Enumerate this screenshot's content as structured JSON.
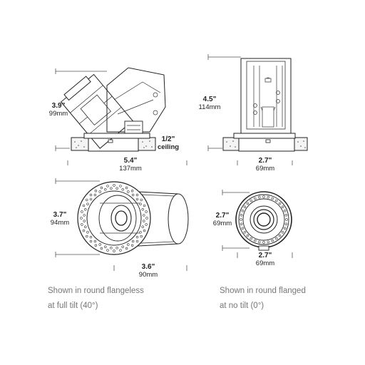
{
  "dimensions": {
    "side_height": {
      "imperial": "3.9\"",
      "metric": "99mm"
    },
    "side_length": {
      "imperial": "5.4\"",
      "metric": "137mm"
    },
    "ceiling": {
      "imperial": "1/2\"",
      "label": "ceiling"
    },
    "front_height": {
      "imperial": "4.5\"",
      "metric": "114mm"
    },
    "front_width": {
      "imperial": "2.7\"",
      "metric": "69mm"
    },
    "flangeless_diameter": {
      "imperial": "3.7\"",
      "metric": "94mm"
    },
    "flangeless_depth": {
      "imperial": "3.6\"",
      "metric": "90mm"
    },
    "flanged_height": {
      "imperial": "2.7\"",
      "metric": "69mm"
    },
    "flanged_width": {
      "imperial": "2.7\"",
      "metric": "69mm"
    }
  },
  "captions": {
    "left_line1": "Shown in round flangeless",
    "left_line2": "at full tilt (40°)",
    "right_line1": "Shown in round flanged",
    "right_line2": "at no tilt (0°)"
  }
}
